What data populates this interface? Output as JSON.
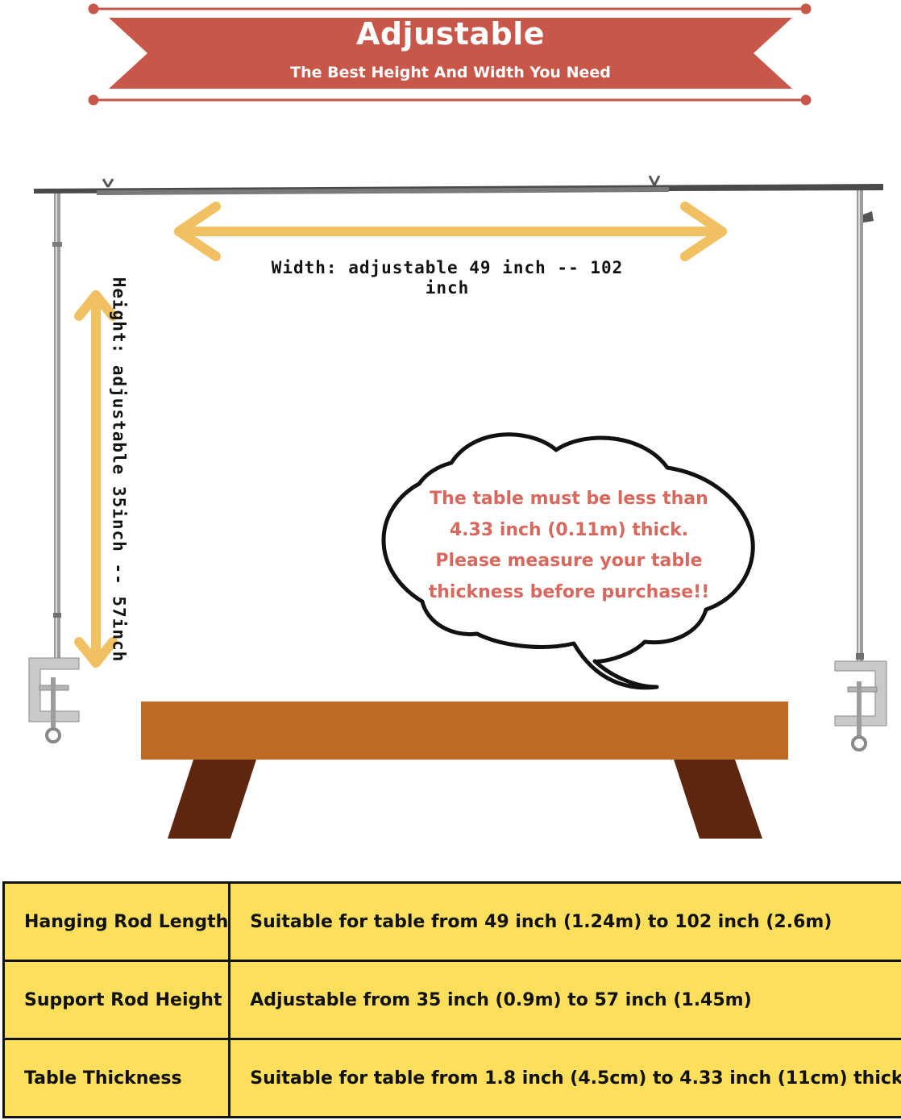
{
  "banner": {
    "title": "Adjustable",
    "subtitle": "The Best Height And Width You Need",
    "color": "#c8574a"
  },
  "diagram": {
    "width_label": "Width: adjustable 49 inch -- 102 inch",
    "height_label": "Height: adjustable 35inch -- 57inch",
    "arrow_color": "#f0c062",
    "tabletop_color": "#bd6b25",
    "leg_color": "#5c260f"
  },
  "cloud": {
    "lines": [
      "The table must be less than",
      "4.33 inch (0.11m) thick.",
      "Please measure your table",
      "thickness before purchase!!"
    ],
    "text_color": "#d8685e"
  },
  "table": {
    "background": "#fddf5c",
    "rows": [
      {
        "label": "Hanging Rod Length",
        "value": "Suitable for table from 49 inch (1.24m) to 102 inch (2.6m)"
      },
      {
        "label": "Support Rod Height",
        "value": "Adjustable from 35 inch (0.9m) to 57 inch (1.45m)"
      },
      {
        "label": "Table Thickness",
        "value": "Suitable for table from 1.8 inch (4.5cm) to 4.33 inch (11cm) thick"
      }
    ]
  }
}
